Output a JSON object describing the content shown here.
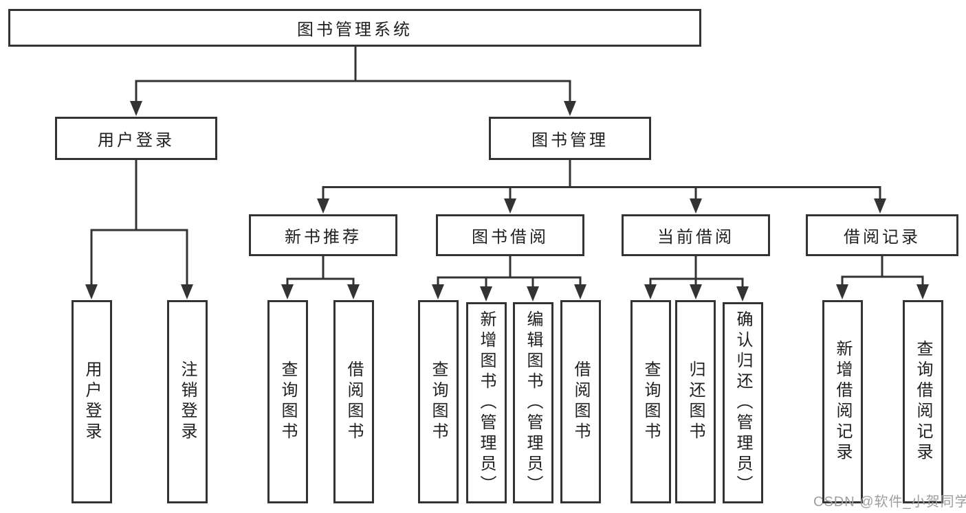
{
  "root": {
    "label": "图书管理系统"
  },
  "level2": {
    "user_login": "用户登录",
    "book_management": "图书管理"
  },
  "level3": {
    "new_books": "新书推荐",
    "book_borrowing": "图书借阅",
    "current_borrowing": "当前借阅",
    "borrowing_records": "借阅记录"
  },
  "leaves": {
    "user_login": [
      "用户登录",
      "注销登录"
    ],
    "new_books": [
      "查询图书",
      "借阅图书"
    ],
    "book_borrowing": [
      "查询图书",
      "新增图书（管理员）",
      "编辑图书（管理员）",
      "借阅图书"
    ],
    "current_borrowing": [
      "查询图书",
      "归还图书",
      "确认归还（管理员）"
    ],
    "borrowing_records": [
      "新增借阅记录",
      "查询借阅记录"
    ]
  },
  "watermark": {
    "text": "CSDN @软件_小贺同学"
  },
  "colors": {
    "line": "#333333",
    "border": "#333333",
    "text": "#1f1f1f",
    "background": "#ffffff",
    "watermark": "#9e9e9e"
  }
}
